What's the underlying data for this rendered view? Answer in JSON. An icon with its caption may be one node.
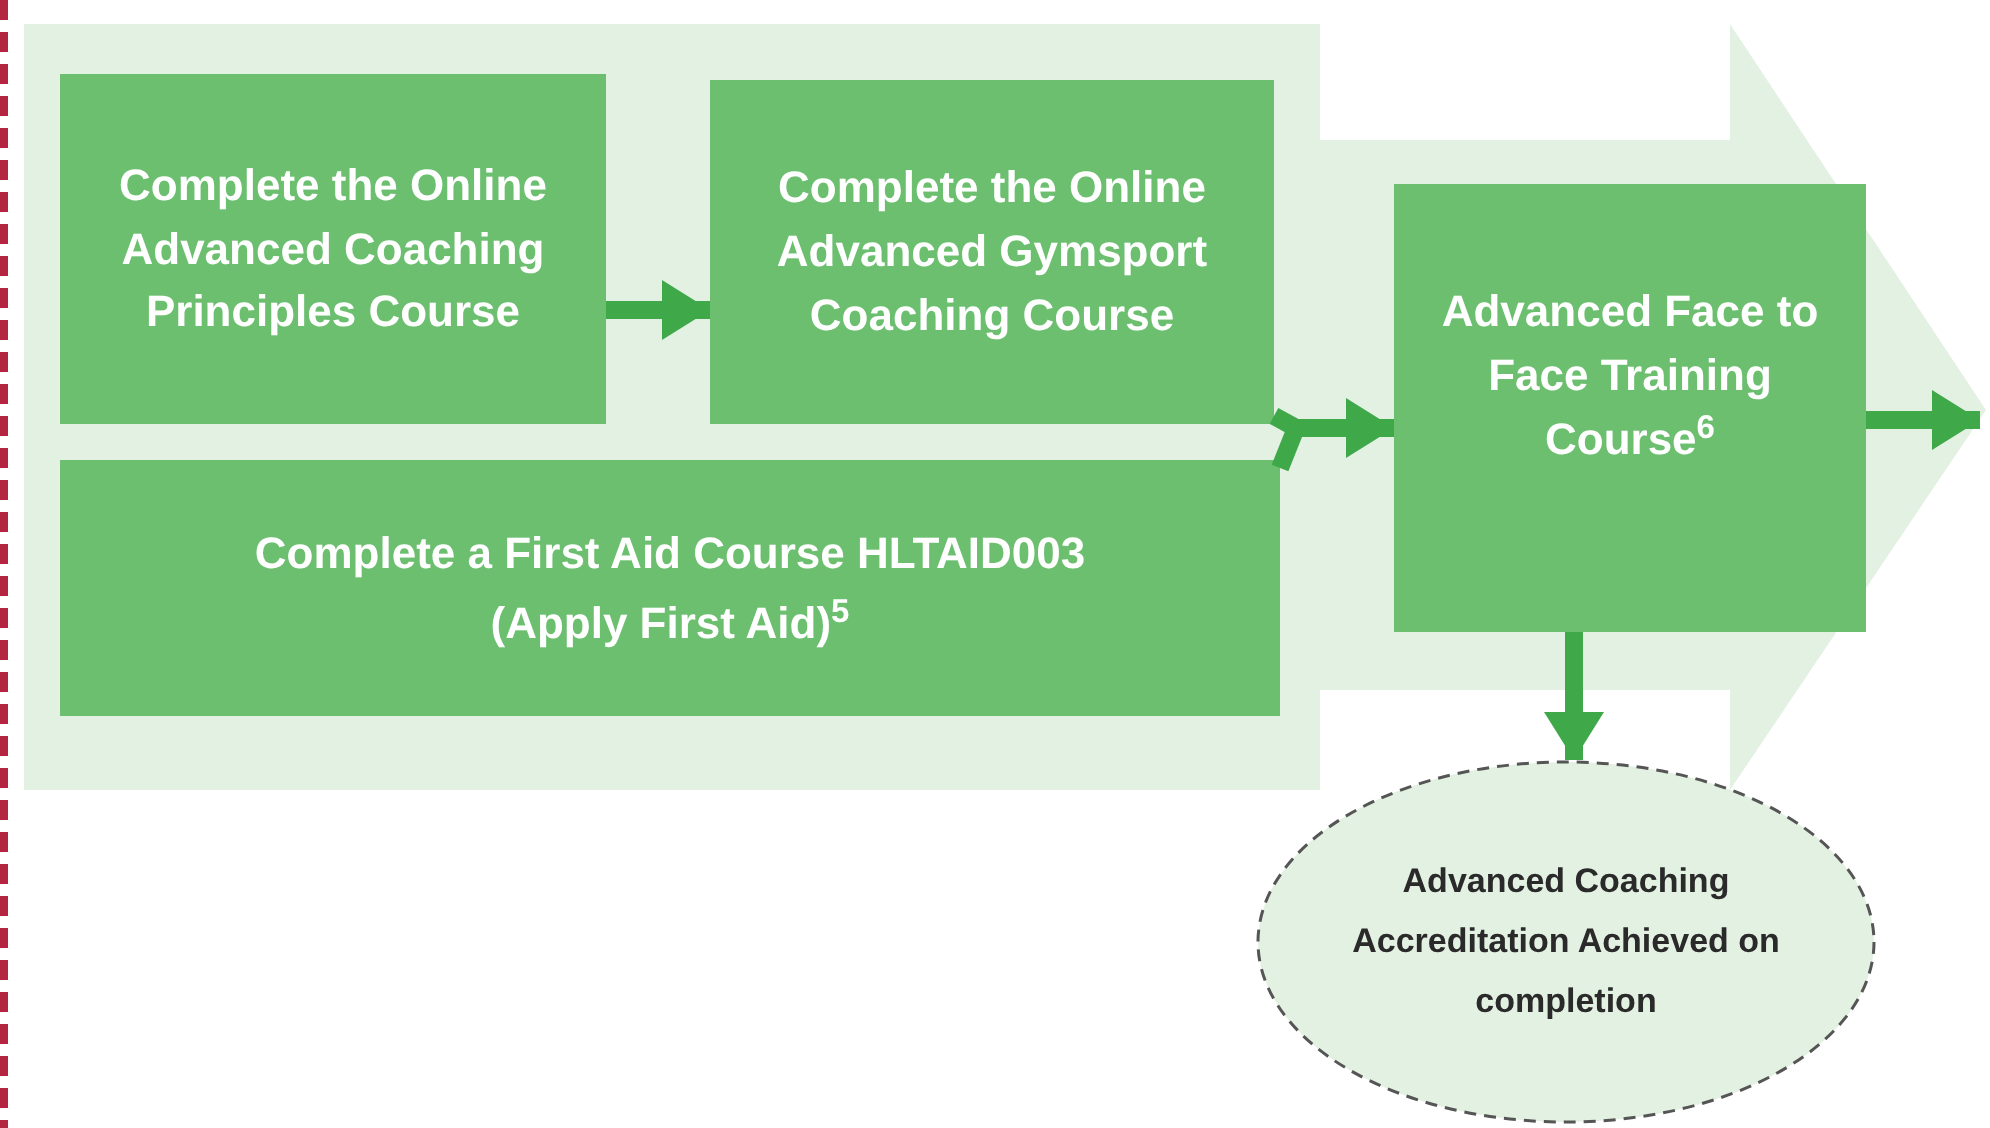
{
  "diagram": {
    "nodes": [
      {
        "text": [
          "Complete the Online Advanced Coaching Principles Course"
        ]
      },
      {
        "text": [
          "Complete the Online Advanced Gymsport Coaching Course"
        ]
      },
      {
        "text": [
          "Complete a First Aid Course HLTAID003 (Apply First Aid)$^{5}$"
        ]
      },
      {
        "text": [
          "Advanced Face to Face Training Course$^{6}$"
        ]
      },
      {
        "text": [
          "Advanced Coaching Accreditation Achieved on completion"
        ]
      }
    ],
    "edges": [
      {
        "from": 0,
        "to": 1,
        "arrow": "to"
      },
      {
        "from": 1,
        "to": 3,
        "arrow": "to"
      },
      {
        "from": 2,
        "to": 3,
        "arrow": "to"
      },
      {
        "from": 3,
        "to": null,
        "arrow": "to"
      },
      {
        "from": 3,
        "to": 4,
        "arrow": "to"
      }
    ]
  }
}
